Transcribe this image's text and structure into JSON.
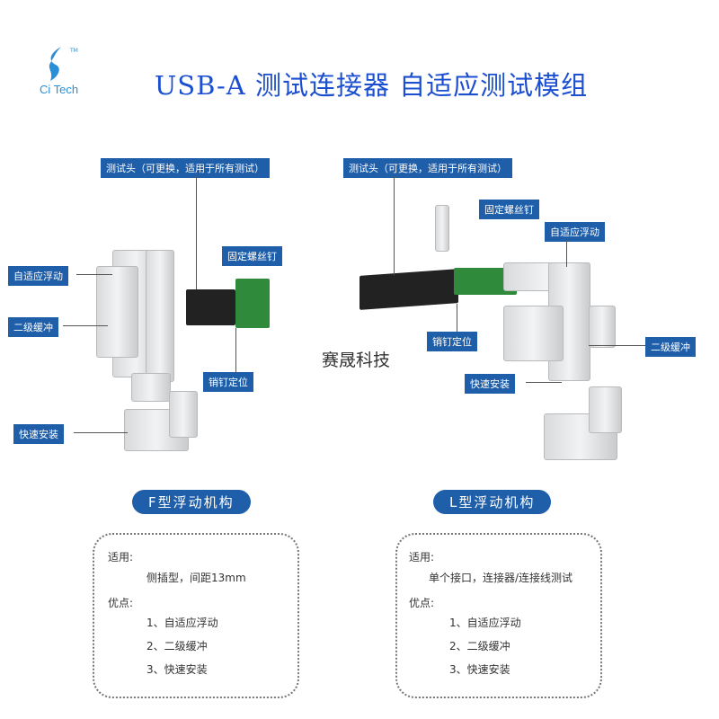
{
  "logo": {
    "brand": "Ci Tech",
    "tm": "TM"
  },
  "title": "USB-A 测试连接器 自适应测试模组",
  "watermark": "赛晟科技",
  "left": {
    "labels": {
      "test_head": "测试头（可更换，适用于所有测试）",
      "fixing_screw": "固定螺丝钉",
      "adaptive_float": "自适应浮动",
      "secondary_buffer": "二级缓冲",
      "pin_locating": "销钉定位",
      "quick_install": "快速安装"
    },
    "mechanism": "F型浮动机构",
    "info": {
      "usage_label": "适用:",
      "usage": "侧插型，间距13mm",
      "advantages_label": "优点:",
      "advantages": [
        "1、自适应浮动",
        "2、二级缓冲",
        "3、快速安装"
      ]
    }
  },
  "right": {
    "labels": {
      "test_head": "测试头（可更换，适用于所有测试）",
      "fixing_screw": "固定螺丝钉",
      "adaptive_float": "自适应浮动",
      "pin_locating": "销钉定位",
      "secondary_buffer": "二级缓冲",
      "quick_install": "快速安装"
    },
    "mechanism": "L型浮动机构",
    "info": {
      "usage_label": "适用:",
      "usage": "单个接口，连接器/连接线测试",
      "advantages_label": "优点:",
      "advantages": [
        "1、自适应浮动",
        "2、二级缓冲",
        "3、快速安装"
      ]
    }
  },
  "colors": {
    "title": "#1b4fd0",
    "label_bg": "#1f5ea8"
  }
}
